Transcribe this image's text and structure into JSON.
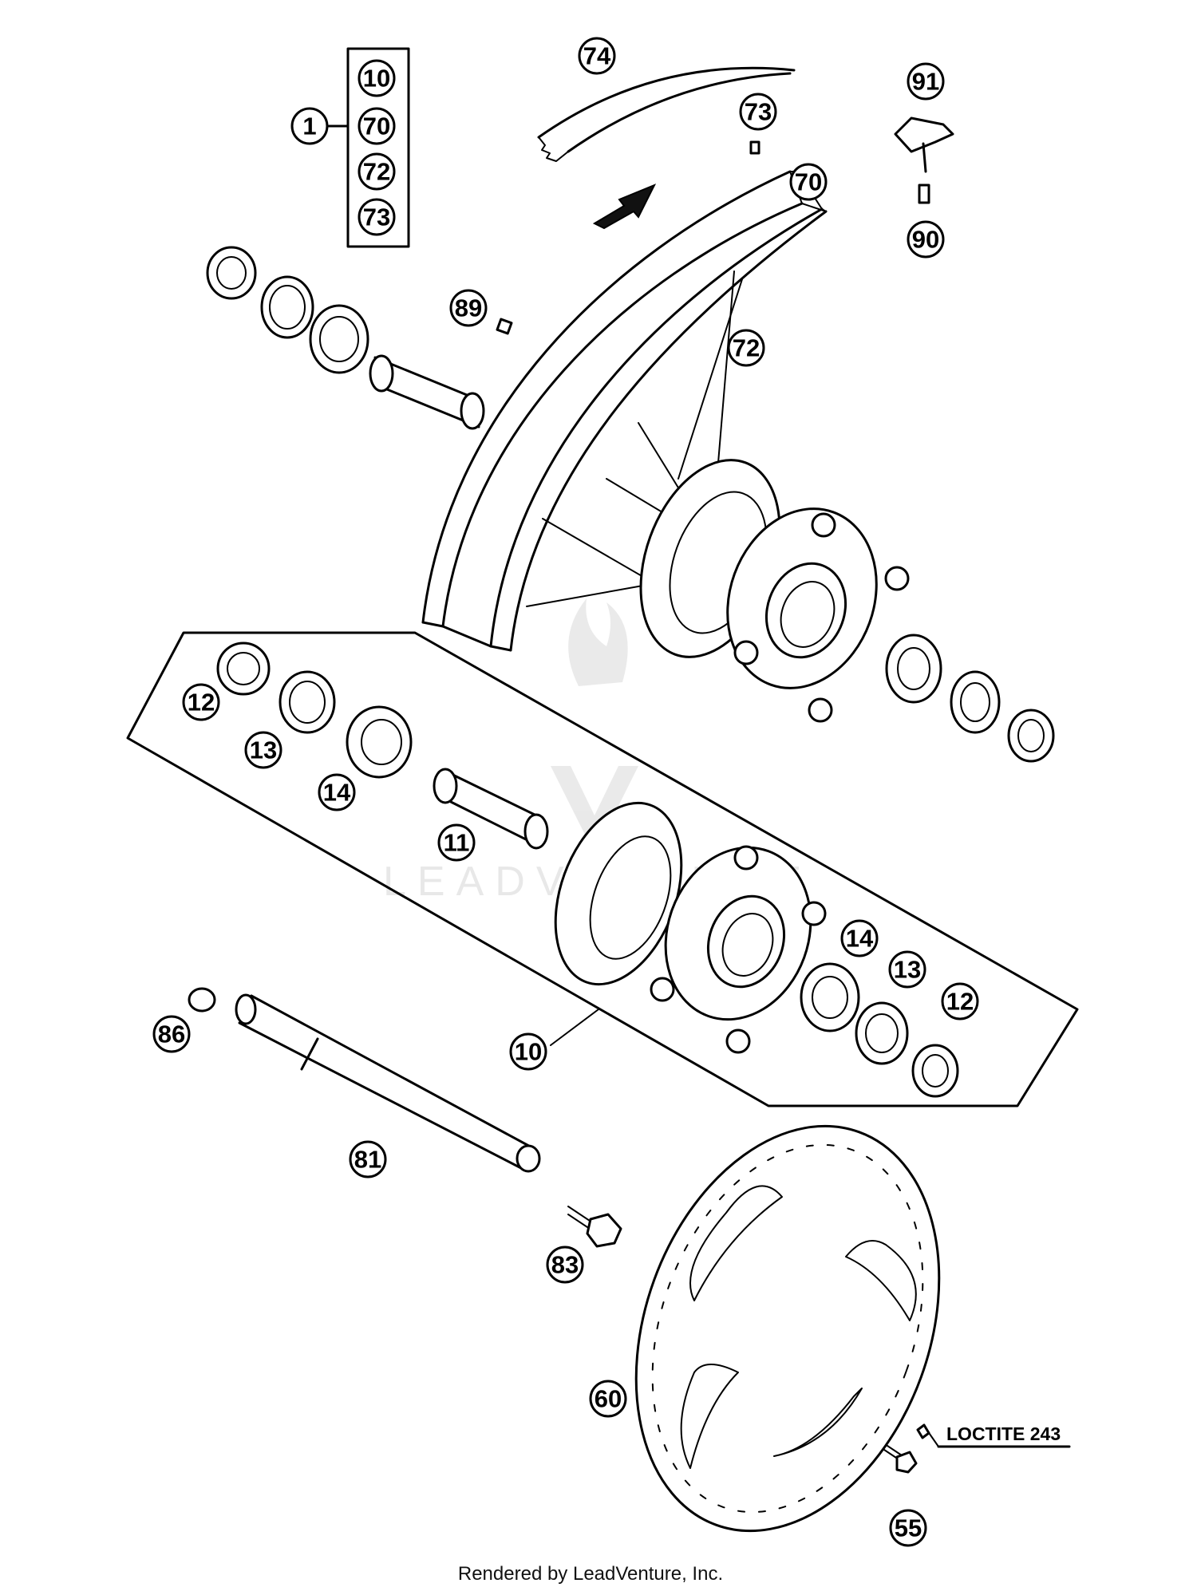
{
  "diagram": {
    "callouts": {
      "c1": "1",
      "kit_10": "10",
      "kit_70": "70",
      "kit_72": "72",
      "kit_73": "73",
      "c74": "74",
      "c73": "73",
      "c70": "70",
      "c91": "91",
      "c90": "90",
      "c89": "89",
      "c72": "72",
      "c12a": "12",
      "c13a": "13",
      "c14a": "14",
      "c11": "11",
      "c14b": "14",
      "c13b": "13",
      "c12b": "12",
      "c10": "10",
      "c86": "86",
      "c81": "81",
      "c83": "83",
      "c60": "60",
      "c55": "55"
    },
    "note": "LOCTITE 243",
    "watermark": "LEADVENTURE",
    "footer": "Rendered by LeadVenture, Inc."
  }
}
